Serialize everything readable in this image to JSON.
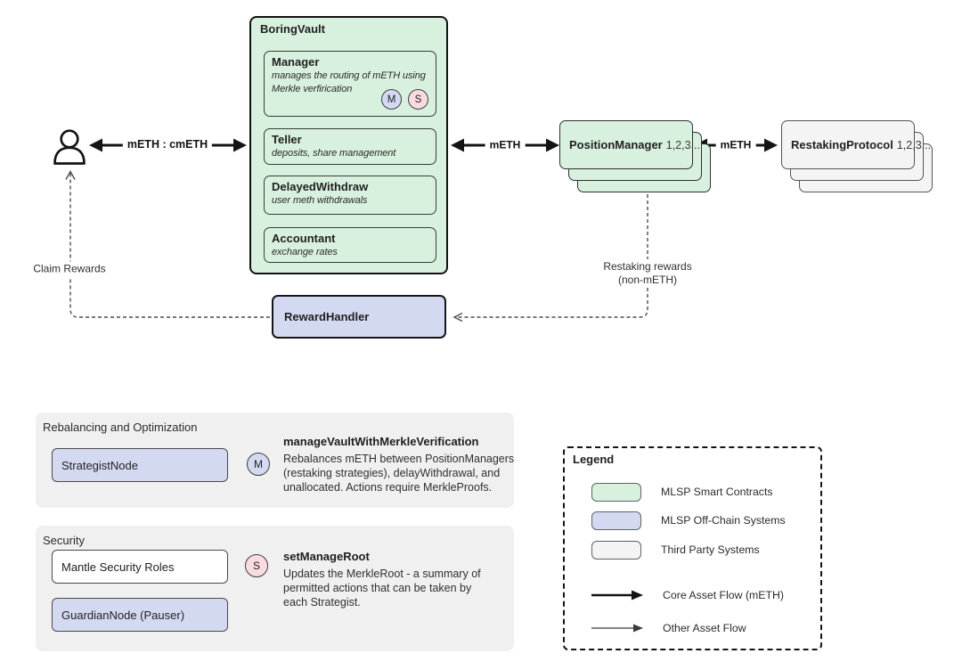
{
  "colors": {
    "green": "#d8f1de",
    "lavender": "#d4d9f2",
    "gray": "#f4f4f4",
    "pink": "#fadbe0",
    "panel_gray": "#f0f0f0"
  },
  "vault": {
    "title": "BoringVault",
    "modules": [
      {
        "name": "Manager",
        "desc": "manages the routing of mETH using\nMerkle verfirication",
        "badges": [
          "M",
          "S"
        ]
      },
      {
        "name": "Teller",
        "desc": "deposits, share management"
      },
      {
        "name": "DelayedWithdraw",
        "desc": "user meth withdrawals"
      },
      {
        "name": "Accountant",
        "desc": "exchange rates"
      }
    ]
  },
  "nodes": {
    "position_manager": {
      "name": "PositionManager",
      "suffix": "1,2,3..."
    },
    "restaking_protocol": {
      "name": "RestakingProtocol",
      "suffix": "1,2,3..."
    },
    "reward_handler": "RewardHandler"
  },
  "edges": {
    "user_vault_label": "mETH : cmETH",
    "vault_pm_label": "mETH",
    "pm_rp_label": "mETH",
    "claim_rewards_label": "Claim Rewards",
    "restaking_rewards_line1": "Restaking rewards",
    "restaking_rewards_line2": "(non-mETH)"
  },
  "rebalancing_panel": {
    "title": "Rebalancing and Optimization",
    "node_label": "StrategistNode",
    "badge": "M",
    "function_name": "manageVaultWithMerkleVerification",
    "function_desc": "Rebalances mETH between PositionManagers\n(restaking strategies), delayWithdrawal, and\nunallocated. Actions require MerkleProofs."
  },
  "security_panel": {
    "title": "Security",
    "node1_label": "Mantle Security Roles",
    "node2_label": "GuardianNode (Pauser)",
    "badge": "S",
    "function_name": "setManageRoot",
    "function_desc": "Updates the MerkleRoot - a summary of\npermitted actions that can be taken by\neach Strategist."
  },
  "legend": {
    "title": "Legend",
    "swatch_items": [
      {
        "swatch": "green",
        "label": "MLSP Smart Contracts"
      },
      {
        "swatch": "lavender",
        "label": "MLSP Off-Chain Systems"
      },
      {
        "swatch": "gray",
        "label": "Third Party Systems"
      }
    ],
    "arrow_items": [
      {
        "style": "thick",
        "label": "Core Asset Flow (mETH)"
      },
      {
        "style": "thin",
        "label": "Other Asset Flow"
      }
    ]
  }
}
